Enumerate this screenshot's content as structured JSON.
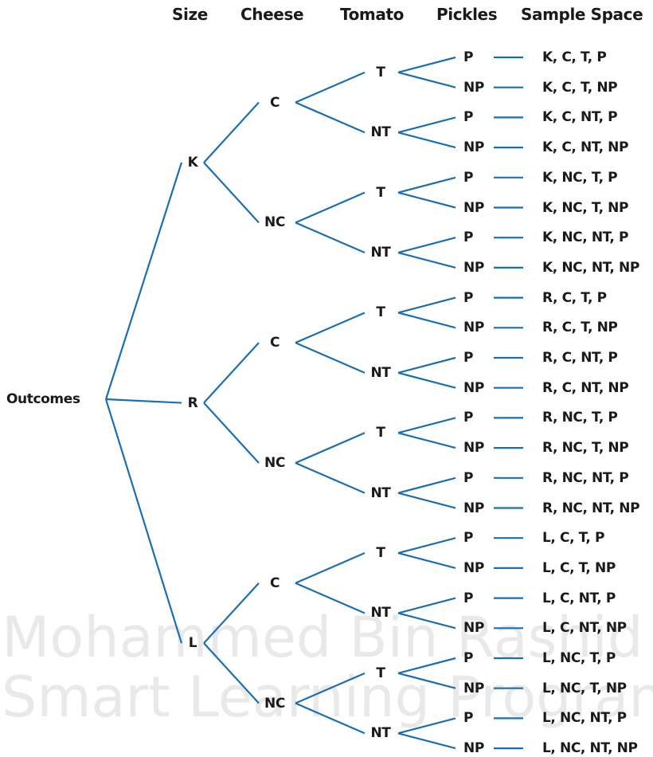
{
  "headers": {
    "size": "Size",
    "cheese": "Cheese",
    "tomato": "Tomato",
    "pickles": "Pickles",
    "sample_space": "Sample Space"
  },
  "root_label": "Outcomes",
  "sizes": [
    "K",
    "R",
    "L"
  ],
  "cheese": [
    "C",
    "NC"
  ],
  "tomato": [
    "T",
    "NT"
  ],
  "pickles": [
    "P",
    "NP"
  ],
  "sample_space": [
    "K, C, T, P",
    "K, C, T, NP",
    "K, C, NT, P",
    "K, C, NT, NP",
    "K, NC, T, P",
    "K, NC, T, NP",
    "K, NC, NT, P",
    "K, NC, NT, NP",
    "R, C, T, P",
    "R, C, T, NP",
    "R, C, NT, P",
    "R, C, NT, NP",
    "R, NC, T, P",
    "R, NC, T, NP",
    "R, NC, NT, P",
    "R, NC, NT, NP",
    "L, C, T, P",
    "L, C, T, NP",
    "L, C, NT, P",
    "L, C, NT, NP",
    "L, NC, T, P",
    "L, NC, T, NP",
    "L, NC, NT, P",
    "L, NC, NT, NP"
  ],
  "watermark": {
    "line1": "Mohammed Bin Rashid",
    "line2": "Smart Learning Program"
  },
  "colors": {
    "branch": "#1b6fb0",
    "text": "#1a1a1a",
    "watermark": "#e9e9e9"
  }
}
